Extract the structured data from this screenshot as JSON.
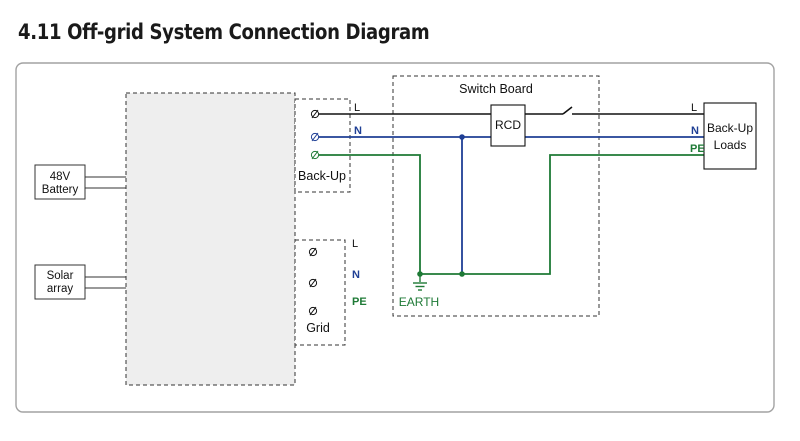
{
  "title": "4.11 Off-grid System Connection Diagram",
  "battery_label": [
    "48V",
    "Battery"
  ],
  "solar_label": [
    "Solar",
    "array"
  ],
  "backup_port": {
    "label": "Back-Up",
    "terminals": [
      "L",
      "N"
    ]
  },
  "grid_port": {
    "label": "Grid",
    "terminals": [
      "L",
      "N",
      "PE"
    ]
  },
  "switch_board": {
    "label": "Switch Board",
    "rcd_label": "RCD",
    "earth_label": "EARTH"
  },
  "loads": {
    "label": [
      "Back-Up",
      "Loads"
    ],
    "terminals": [
      "L",
      "N",
      "PE"
    ]
  },
  "colors": {
    "L": "#111111",
    "N": "#1f3f95",
    "PE": "#1e7a36",
    "frame": "#9a9a9a"
  }
}
